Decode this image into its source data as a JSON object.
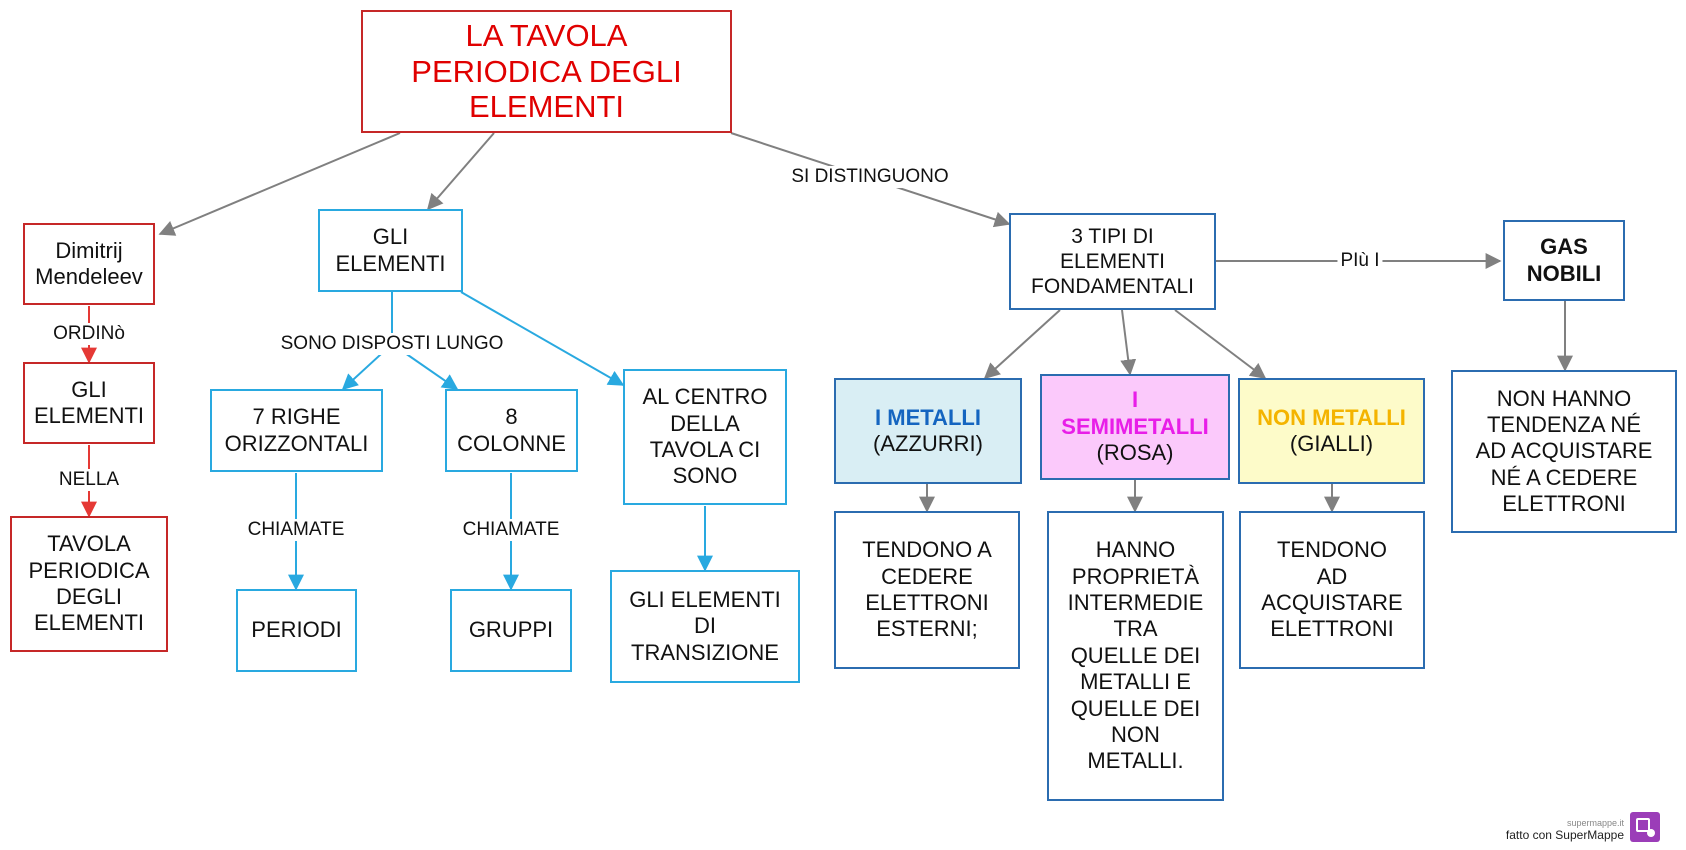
{
  "nodes": {
    "title": "LA TAVOLA\nPERIODICA DEGLI\nELEMENTI",
    "mendeleev": "Dimitrij\nMendeleev",
    "gli_elementi_left": "GLI\nELEMENTI",
    "tavola": "TAVOLA\nPERIODICA\nDEGLI\nELEMENTI",
    "gli_elementi_center": "GLI\nELEMENTI",
    "righe": "7 RIGHE\nORIZZONTALI",
    "colonne": "8\nCOLONNE",
    "centro": "AL CENTRO\nDELLA\nTAVOLA CI\nSONO",
    "periodi": "PERIODI",
    "gruppi": "GRUPPI",
    "transizione": "GLI ELEMENTI\nDI\nTRANSIZIONE",
    "tre_tipi": "3 TIPI DI\nELEMENTI\nFONDAMENTALI",
    "gas_nobili": "GAS\nNOBILI",
    "metalli_name": "I  METALLI",
    "metalli_color": "(AZZURRI)",
    "semimetalli_name": "I\nSEMIMETALLI",
    "semimetalli_color": "(ROSA)",
    "nonmetalli_name": "NON  METALLI",
    "nonmetalli_color": "(GIALLI)",
    "metalli_desc": "TENDONO A\nCEDERE\nELETTRONI\nESTERNI;",
    "semimetalli_desc": "HANNO\nPROPRIETÀ\nINTERMEDIE\nTRA\nQUELLE DEI\nMETALLI E\nQUELLE DEI\nNON\nMETALLI.",
    "nonmetalli_desc": "TENDONO\nAD\nACQUISTARE\nELETTRONI",
    "gas_desc": "NON HANNO\nTENDENZA NÉ\nAD ACQUISTARE\nNÉ A CEDERE\nELETTRONI"
  },
  "links": {
    "ordino": "ORDINò",
    "nella": "NELLA",
    "sono_disposti": "SONO DISPOSTI LUNGO",
    "chiamate_1": "CHIAMATE",
    "chiamate_2": "CHIAMATE",
    "si_distinguono": "SI DISTINGUONO",
    "piu_i": "PIù I"
  },
  "brand": {
    "site": "supermappe.it",
    "made_with": "fatto con SuperMappe"
  },
  "colors": {
    "title_text": "#e00000",
    "red_border": "#c62828",
    "cyan_border": "#29a9e0",
    "blue_border": "#2b6cb0",
    "gray_arrow": "#808080",
    "metalli_fill": "#d9eef4",
    "metalli_text": "#1565c0",
    "semimetalli_fill": "#fbc9fb",
    "semimetalli_text": "#e81ee8",
    "nonmetalli_fill": "#fdfbc9",
    "nonmetalli_text": "#f4b400"
  }
}
